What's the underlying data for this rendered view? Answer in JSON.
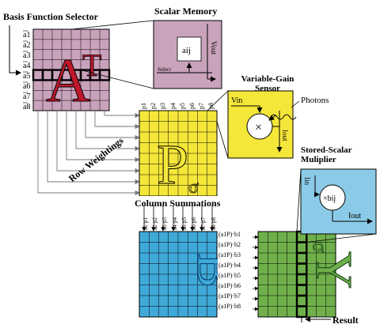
{
  "labels": {
    "basis_function_selector": "Basis Function Selector",
    "scalar_memory": "Scalar Memory",
    "variable_gain_sensor": "Variable-Gain Sensor",
    "photons": "Photons",
    "stored_scalar_multiplier": "Stored-Scalar Muliplier",
    "row_weightings": "Row Weightings",
    "column_summations": "Column Summations",
    "result": "Result"
  },
  "matrices": {
    "a_transpose": "A",
    "a_transpose_sup": "T",
    "p_sigma": "P",
    "p_sigma_sub": "σ",
    "b": "B",
    "y_sigma": "Y",
    "y_sigma_sub": "σ"
  },
  "row_vectors": [
    "a1",
    "a2",
    "a3",
    "a4",
    "a5",
    "a6",
    "a7",
    "a8"
  ],
  "p_columns": [
    "p1",
    "p2",
    "p3",
    "p4",
    "p5",
    "p6",
    "p7",
    "p8"
  ],
  "column_sum_labels": [
    "a1·p1",
    "a2·p2",
    "a3·p3",
    "a4·p4",
    "a5·p5",
    "a6·p6",
    "a7·p7",
    "a8·p8"
  ],
  "b_terms": [
    "(a1P)·b1",
    "(a1P)·b2",
    "(a1P)·b3",
    "(a1P)·b4",
    "(a1P)·b5",
    "(a1P)·b6",
    "(a1P)·b7",
    "(a1P)·b8"
  ],
  "scalar_memory": {
    "cell": "aij",
    "select": "Select",
    "v_out": "Vout"
  },
  "sensor": {
    "v_in": "Vin",
    "i_out": "Iout",
    "symbol": "×"
  },
  "multiplier": {
    "i_in": "Iin",
    "i_out": "Iout",
    "symbol": "×bij"
  },
  "colors": {
    "a_fill": "#c9a2bb",
    "p_fill": "#f5e63a",
    "b_fill": "#3fa9d8",
    "y_fill": "#6fb04b",
    "mult_fill": "#8ccbe8"
  }
}
